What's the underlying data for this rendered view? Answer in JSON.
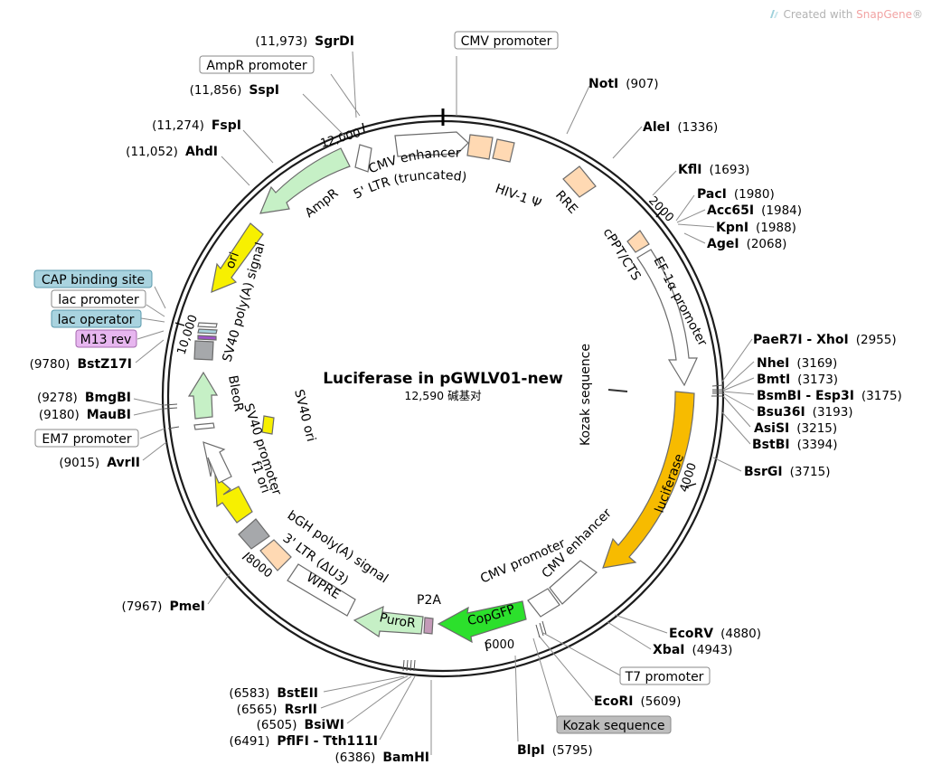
{
  "watermark": {
    "prefix": "Created with",
    "brand": "SnapGene",
    "mark": "®"
  },
  "plasmid": {
    "name": "Luciferase in pGWLV01-new",
    "length": "12,590",
    "length_unit": "碱基对"
  },
  "ruler_ticks": [
    "2000",
    "4000",
    "6000",
    "8000",
    "10,000",
    "12,000"
  ],
  "restriction_sites": [
    {
      "name": "SgrDI",
      "pos": "(11,973)"
    },
    {
      "name": "SspI",
      "pos": "(11,856)"
    },
    {
      "name": "FspI",
      "pos": "(11,274)"
    },
    {
      "name": "AhdI",
      "pos": "(11,052)"
    },
    {
      "name": "BstZ17I",
      "pos": "(9780)"
    },
    {
      "name": "BmgBI",
      "pos": "(9278)"
    },
    {
      "name": "MauBI",
      "pos": "(9180)"
    },
    {
      "name": "AvrII",
      "pos": "(9015)"
    },
    {
      "name": "PmeI",
      "pos": "(7967)"
    },
    {
      "name": "BstEII",
      "pos": "(6583)"
    },
    {
      "name": "RsrII",
      "pos": "(6565)"
    },
    {
      "name": "BsiWI",
      "pos": "(6505)"
    },
    {
      "name": "PflFI - Tth111I",
      "pos": "(6491)"
    },
    {
      "name": "BamHI",
      "pos": "(6386)"
    },
    {
      "name": "NotI",
      "pos": "(907)"
    },
    {
      "name": "AleI",
      "pos": "(1336)"
    },
    {
      "name": "KflI",
      "pos": "(1693)"
    },
    {
      "name": "PacI",
      "pos": "(1980)"
    },
    {
      "name": "Acc65I",
      "pos": "(1984)"
    },
    {
      "name": "KpnI",
      "pos": "(1988)"
    },
    {
      "name": "AgeI",
      "pos": "(2068)"
    },
    {
      "name": "PaeR7I - XhoI",
      "pos": "(2955)"
    },
    {
      "name": "NheI",
      "pos": "(3169)"
    },
    {
      "name": "BmtI",
      "pos": "(3173)"
    },
    {
      "name": "BsmBI - Esp3I",
      "pos": "(3175)"
    },
    {
      "name": "Bsu36I",
      "pos": "(3193)"
    },
    {
      "name": "AsiSI",
      "pos": "(3215)"
    },
    {
      "name": "BstBI",
      "pos": "(3394)"
    },
    {
      "name": "BsrGI",
      "pos": "(3715)"
    },
    {
      "name": "EcoRV",
      "pos": "(4880)"
    },
    {
      "name": "XbaI",
      "pos": "(4943)"
    },
    {
      "name": "EcoRI",
      "pos": "(5609)"
    },
    {
      "name": "BlpI",
      "pos": "(5795)"
    }
  ],
  "boxed_annotations": [
    {
      "text": "CMV promoter",
      "fill": "#ffffff",
      "stroke": "#8a8a8a"
    },
    {
      "text": "AmpR promoter",
      "fill": "#ffffff",
      "stroke": "#8a8a8a"
    },
    {
      "text": "CAP binding site",
      "fill": "#a9d3df",
      "stroke": "#5a9aac"
    },
    {
      "text": "lac promoter",
      "fill": "#ffffff",
      "stroke": "#8a8a8a"
    },
    {
      "text": "lac operator",
      "fill": "#a9d3df",
      "stroke": "#5a9aac"
    },
    {
      "text": "M13 rev",
      "fill": "#e7b6ef",
      "stroke": "#a56aaf"
    },
    {
      "text": "EM7 promoter",
      "fill": "#ffffff",
      "stroke": "#8a8a8a"
    },
    {
      "text": "T7 promoter",
      "fill": "#ffffff",
      "stroke": "#8a8a8a"
    },
    {
      "text": "Kozak sequence",
      "fill": "#bdbdbd",
      "stroke": "#8a8a8a"
    }
  ],
  "features": [
    {
      "label": "CMV enhancer",
      "color": "#ffffff"
    },
    {
      "label": "5' LTR (truncated)",
      "color": "#ffd9b3"
    },
    {
      "label": "HIV-1 Ψ",
      "color": "#ffd9b3"
    },
    {
      "label": "RRE",
      "color": "#ffd9b3"
    },
    {
      "label": "cPPT/CTS",
      "color": "#ffd9b3"
    },
    {
      "label": "EF-1α promoter",
      "color": "#ffffff"
    },
    {
      "label": "Kozak sequence",
      "color": "#bdbdbd"
    },
    {
      "label": "luciferase",
      "color": "#f7bb00"
    },
    {
      "label": "CMV enhancer",
      "color": "#ffffff"
    },
    {
      "label": "CMV promoter",
      "color": "#ffffff"
    },
    {
      "label": "CopGFP",
      "color": "#2ce02c"
    },
    {
      "label": "P2A",
      "color": "#c49ab8"
    },
    {
      "label": "PuroR",
      "color": "#c6f0c6"
    },
    {
      "label": "WPRE",
      "color": "#ffffff"
    },
    {
      "label": "3' LTR (ΔU3)",
      "color": "#ffd9b3"
    },
    {
      "label": "bGH poly(A) signal",
      "color": "#a6a8ab"
    },
    {
      "label": "f1 ori",
      "color": "#f7f000"
    },
    {
      "label": "SV40 promoter",
      "color": "#ffffff"
    },
    {
      "label": "BleoR",
      "color": "#c6f0c6"
    },
    {
      "label": "SV40 ori",
      "color": "#f7f000"
    },
    {
      "label": "SV40 poly(A) signal",
      "color": "#a6a8ab"
    },
    {
      "label": "ori",
      "color": "#f7f000"
    },
    {
      "label": "AmpR",
      "color": "#c6f0c6"
    }
  ]
}
